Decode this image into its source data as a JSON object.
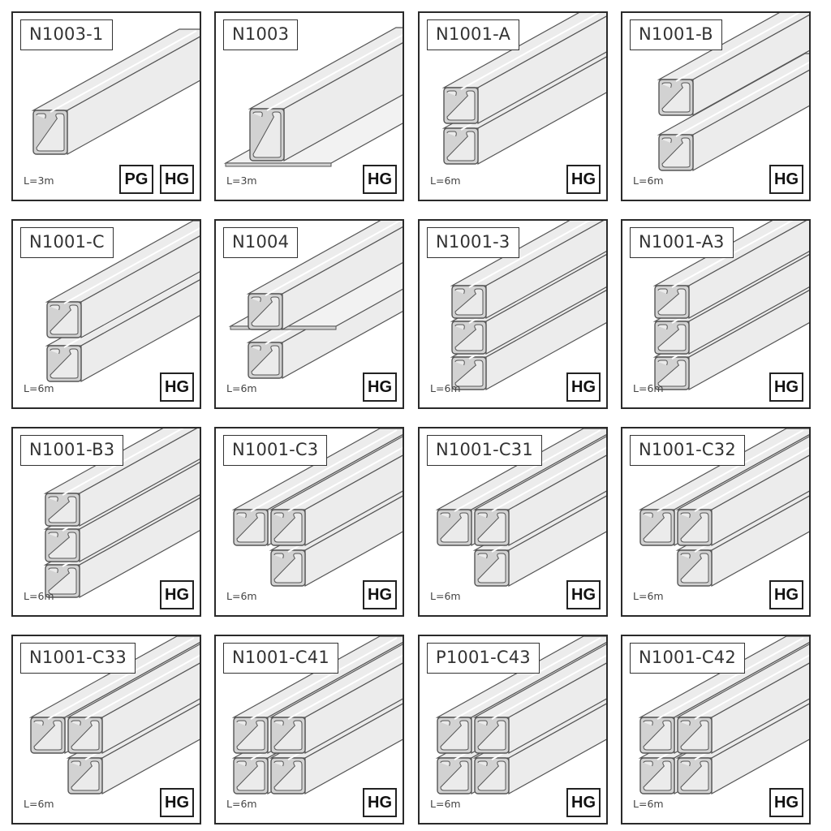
{
  "colors": {
    "frame": "#2a2a2a",
    "metal_light": "#ececec",
    "metal_shade": "#d2d2d2",
    "outline": "#555555"
  },
  "products": [
    {
      "code": "N1003-1",
      "length": "L=3m",
      "finishes": [
        "PG",
        "HG"
      ],
      "profile": "single-wide-base"
    },
    {
      "code": "N1003",
      "length": "L=3m",
      "finishes": [
        "HG"
      ],
      "profile": "single-plate-base"
    },
    {
      "code": "N1001-A",
      "length": "L=6m",
      "finishes": [
        "HG"
      ],
      "profile": "double-stacked"
    },
    {
      "code": "N1001-B",
      "length": "L=6m",
      "finishes": [
        "HG"
      ],
      "profile": "double-back-to-back"
    },
    {
      "code": "N1001-C",
      "length": "L=6m",
      "finishes": [
        "HG"
      ],
      "profile": "double-open-side"
    },
    {
      "code": "N1004",
      "length": "L=6m",
      "finishes": [
        "HG"
      ],
      "profile": "double-mid-plate"
    },
    {
      "code": "N1001-3",
      "length": "L=6m",
      "finishes": [
        "HG"
      ],
      "profile": "triple-stacked"
    },
    {
      "code": "N1001-A3",
      "length": "L=6m",
      "finishes": [
        "HG"
      ],
      "profile": "triple-stacked-a"
    },
    {
      "code": "N1001-B3",
      "length": "L=6m",
      "finishes": [
        "HG"
      ],
      "profile": "triple-back-to-back"
    },
    {
      "code": "N1001-C3",
      "length": "L=6m",
      "finishes": [
        "HG"
      ],
      "profile": "triple-l"
    },
    {
      "code": "N1001-C31",
      "length": "L=6m",
      "finishes": [
        "HG"
      ],
      "profile": "triple-l-wide"
    },
    {
      "code": "N1001-C32",
      "length": "L=6m",
      "finishes": [
        "HG"
      ],
      "profile": "triple-l-offset"
    },
    {
      "code": "N1001-C33",
      "length": "L=6m",
      "finishes": [
        "HG"
      ],
      "profile": "triple-l-step"
    },
    {
      "code": "N1001-C41",
      "length": "L=6m",
      "finishes": [
        "HG"
      ],
      "profile": "quad-square"
    },
    {
      "code": "P1001-C43",
      "length": "L=6m",
      "finishes": [
        "HG"
      ],
      "profile": "quad-square-wide"
    },
    {
      "code": "N1001-C42",
      "length": "L=6m",
      "finishes": [
        "HG"
      ],
      "profile": "quad-square-b"
    }
  ]
}
